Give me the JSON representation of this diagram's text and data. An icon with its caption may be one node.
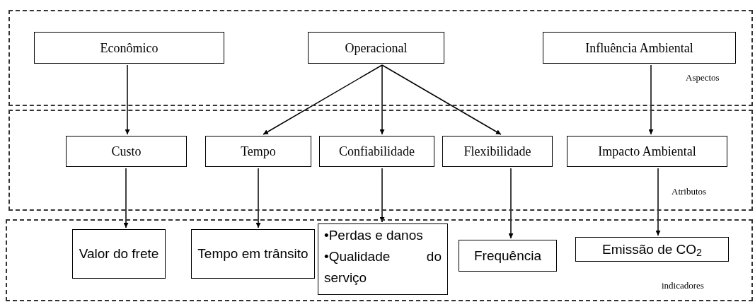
{
  "diagram": {
    "nodes": [
      {
        "text": [
          "Aspectos"
        ]
      },
      {
        "text": [
          "Atributos"
        ]
      },
      {
        "text": [
          "indicadores"
        ]
      },
      {
        "text": [
          "Econômico"
        ],
        "in": 0
      },
      {
        "text": [
          "Operacional"
        ],
        "in": 0
      },
      {
        "text": [
          "Influência Ambiental"
        ],
        "in": 0
      },
      {
        "text": [
          "Custo"
        ],
        "in": 1
      },
      {
        "text": [
          "Tempo"
        ],
        "in": 1
      },
      {
        "text": [
          "Confiabilidade"
        ],
        "in": 1
      },
      {
        "text": [
          "Flexibilidade"
        ],
        "in": 1
      },
      {
        "text": [
          "Impacto Ambiental"
        ],
        "in": 1
      },
      {
        "text": [
          "Valor do frete"
        ],
        "in": 2
      },
      {
        "text": [
          "Tempo em trânsito"
        ],
        "in": 2
      },
      {
        "text": [
          "•Perdas e danos",
          "•Qualidade do serviço"
        ],
        "in": 2
      },
      {
        "text": [
          "Frequência"
        ],
        "in": 2
      },
      {
        "text": [
          "Emissão de CO$_{2}$"
        ],
        "in": 2
      }
    ],
    "edges": [
      {
        "from": 3,
        "to": 6,
        "arrow": "to"
      },
      {
        "from": 4,
        "to": 7,
        "arrow": "to"
      },
      {
        "from": 4,
        "to": 8,
        "arrow": "to"
      },
      {
        "from": 4,
        "to": 9,
        "arrow": "to"
      },
      {
        "from": 5,
        "to": 10,
        "arrow": "to"
      },
      {
        "from": 6,
        "to": 11,
        "arrow": "to"
      },
      {
        "from": 7,
        "to": 12,
        "arrow": "to"
      },
      {
        "from": 8,
        "to": 13,
        "arrow": "to"
      },
      {
        "from": 9,
        "to": 14,
        "arrow": "to"
      },
      {
        "from": 10,
        "to": 15,
        "arrow": "to"
      }
    ]
  }
}
